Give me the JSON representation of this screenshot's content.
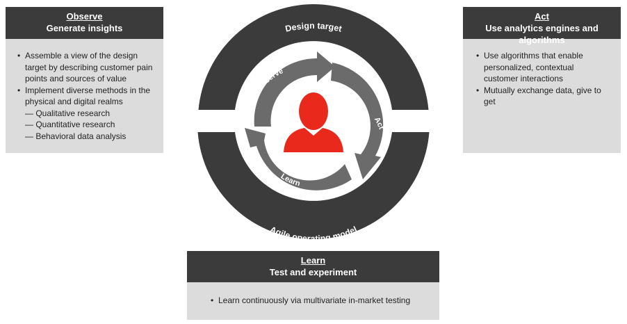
{
  "observe": {
    "title": "Observe",
    "subtitle": "Generate insights",
    "items": [
      "Assemble a view of the design target by describing customer pain points and sources of value",
      "Implement diverse methods in the physical and digital realms"
    ],
    "subitems": [
      "— Qualitative research",
      "— Quantitative research",
      "— Behavioral data analysis"
    ]
  },
  "act": {
    "title": "Act",
    "subtitle": "Use analytics engines and algorithms",
    "items": [
      "Use algorithms that enable personalized, contextual customer interactions",
      "Mutually exchange data, give to get"
    ]
  },
  "learn": {
    "title": "Learn",
    "subtitle": "Test and experiment",
    "items": [
      "Learn continuously via multivariate in-market testing"
    ]
  },
  "cycle": {
    "outer_top": "Design target",
    "outer_bottom": "Agile operating model",
    "arrow_observe": "Observe",
    "arrow_act": "Act",
    "arrow_learn": "Learn"
  },
  "colors": {
    "dark": "#3b3b3b",
    "medium": "#6b6b6b",
    "light_panel": "#dcdcdc",
    "accent": "#e8291c"
  },
  "icons": {
    "center": "person-icon"
  }
}
